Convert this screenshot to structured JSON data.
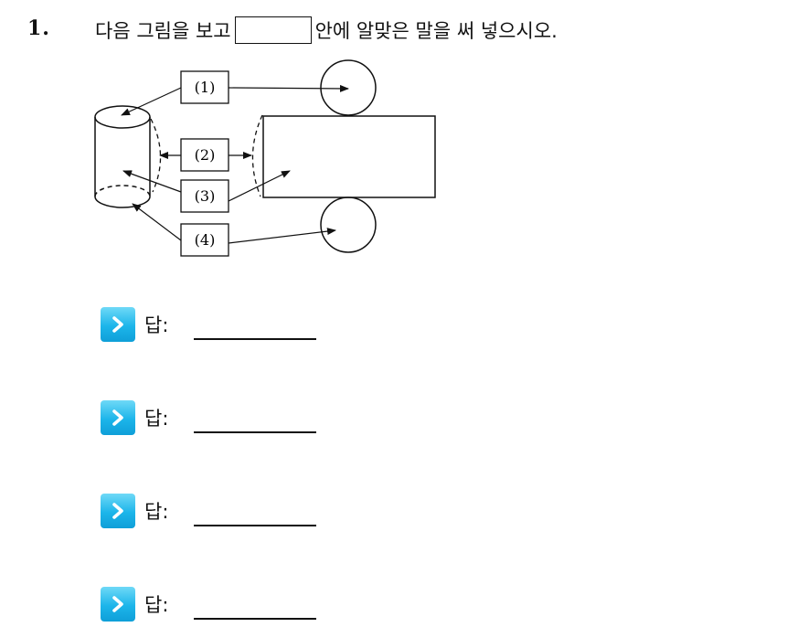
{
  "question": {
    "number": "1.",
    "text_before": "다음 그림을 보고",
    "text_after": "안에 알맞은 말을 써 넣으시오."
  },
  "figure": {
    "labels": [
      "(1)",
      "(2)",
      "(3)",
      "(4)"
    ]
  },
  "answers": [
    {
      "label": "답:",
      "icon": "chevron-right-icon"
    },
    {
      "label": "답:",
      "icon": "chevron-right-icon"
    },
    {
      "label": "답:",
      "icon": "chevron-right-icon"
    },
    {
      "label": "답:",
      "icon": "chevron-right-icon"
    }
  ],
  "colors": {
    "icon_gradient_top": "#6fd9f7",
    "icon_gradient_bottom": "#0f9fd8",
    "ink": "#111111"
  }
}
